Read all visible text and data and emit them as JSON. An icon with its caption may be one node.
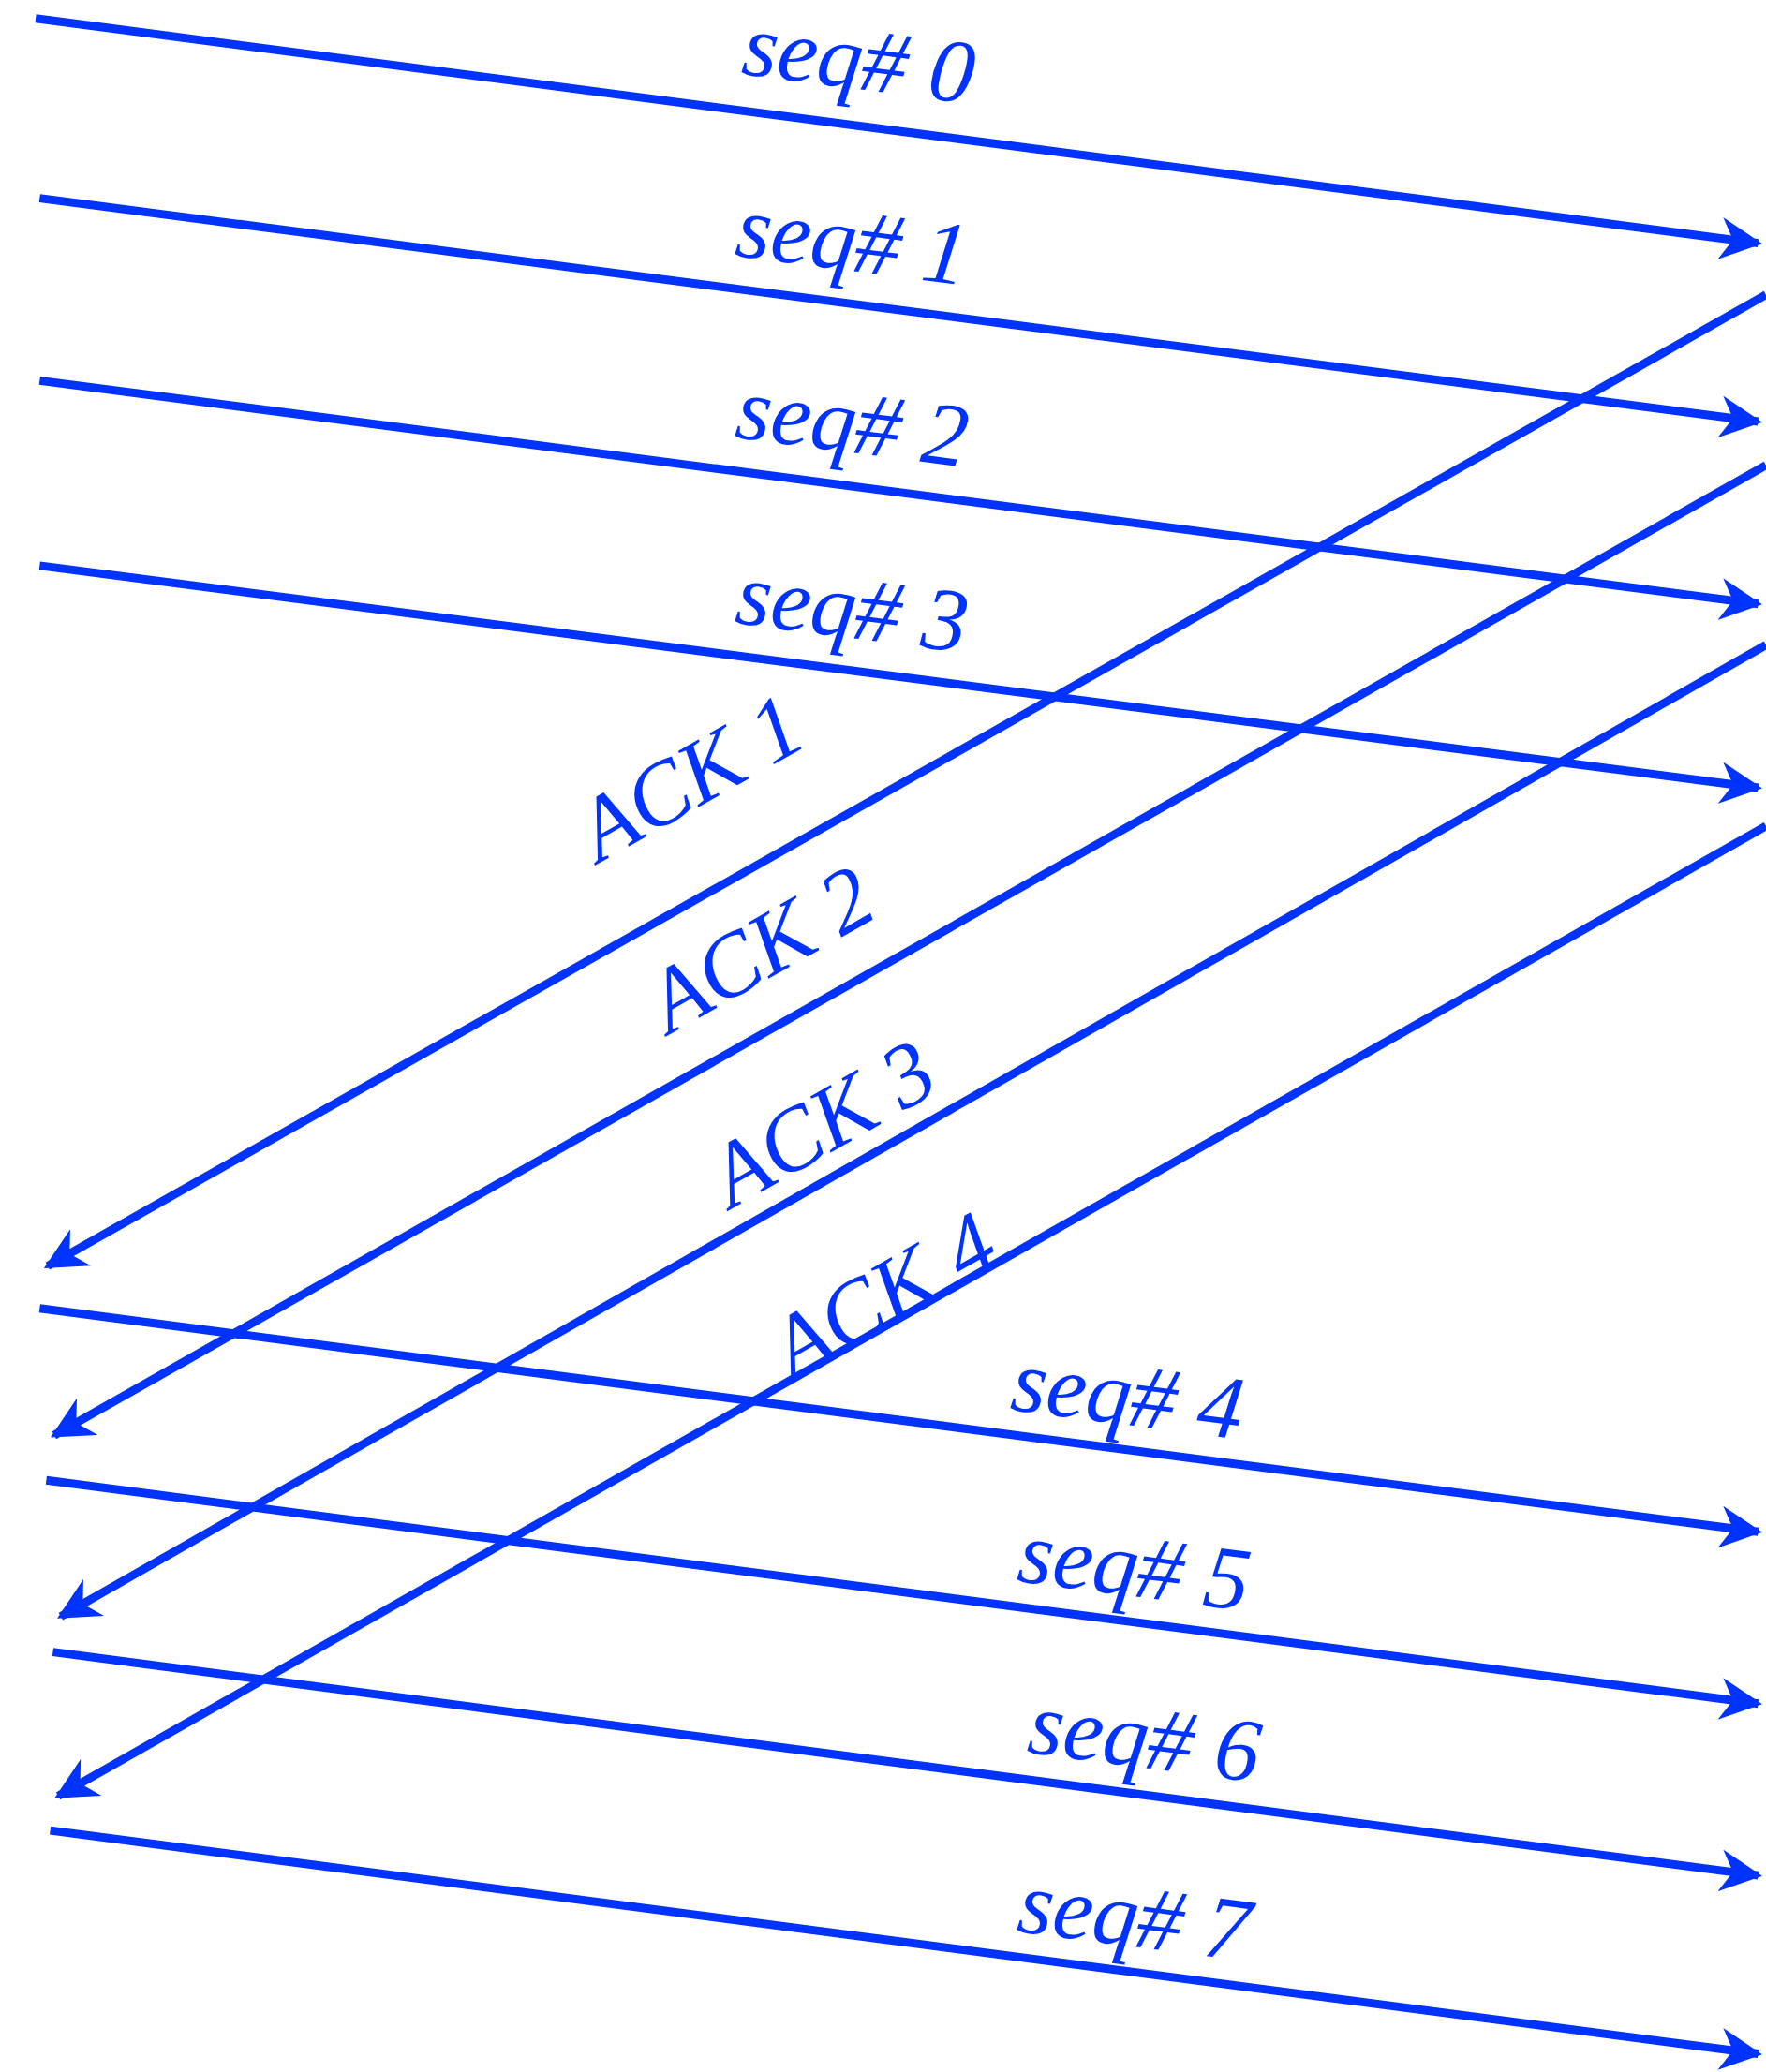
{
  "diagram": {
    "labels": [
      "seq# 0",
      "seq# 1",
      "seq# 2",
      "seq# 3",
      "ACK 1",
      "ACK 2",
      "ACK 3",
      "ACK 4",
      "seq# 4",
      "seq# 5",
      "seq# 6",
      "seq# 7"
    ]
  }
}
